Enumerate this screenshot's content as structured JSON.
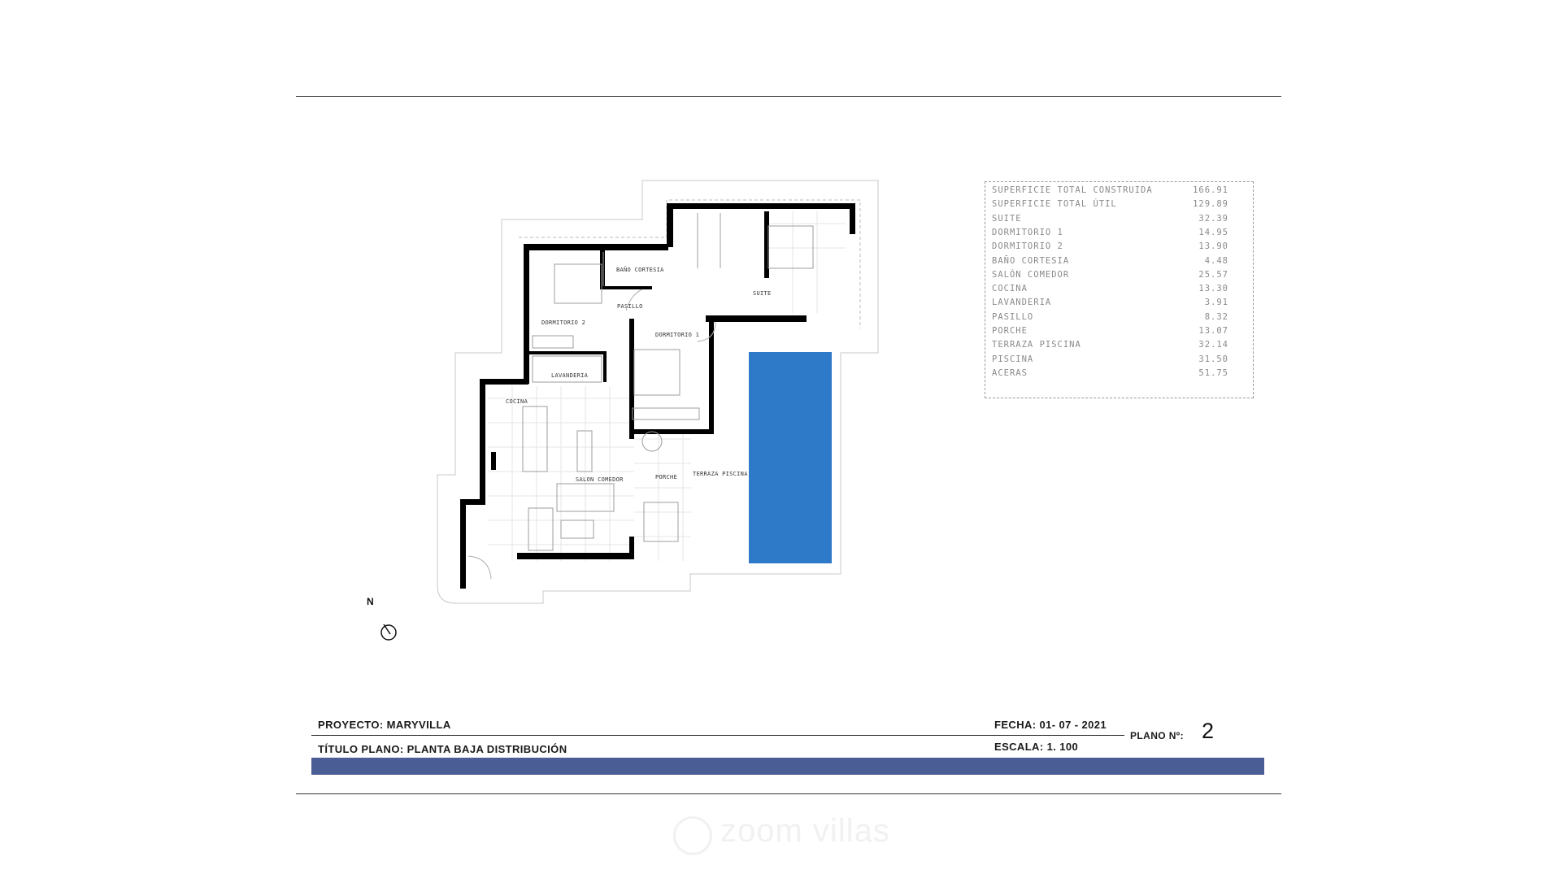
{
  "colors": {
    "wall": "#000000",
    "pool": "#2e7ac9",
    "band": "#4a5d94",
    "table_text": "#8a8a8a"
  },
  "plan": {
    "north_label": "N",
    "rooms": {
      "bano_cortesia": "BAÑO CORTESIA",
      "pasillo": "PASILLO",
      "dormitorio_2": "DORMITORIO 2",
      "suite": "SUITE",
      "dormitorio_1": "DORMITORIO 1",
      "lavanderia": "LAVANDERIA",
      "cocina": "COCINA",
      "salon_comedor": "SALON COMEDOR",
      "porche": "PORCHE",
      "terraza_piscina": "TERRAZA PISCINA"
    }
  },
  "areas_table": [
    {
      "name": "SUPERFICIE TOTAL CONSTRUIDA",
      "value": "166.91"
    },
    {
      "name": "SUPERFICIE TOTAL ÚTIL",
      "value": "129.89"
    },
    {
      "name": "SUITE",
      "value": "32.39"
    },
    {
      "name": "DORMITORIO 1",
      "value": "14.95"
    },
    {
      "name": "DORMITORIO 2",
      "value": "13.90"
    },
    {
      "name": "BAÑO CORTESIA",
      "value": "4.48"
    },
    {
      "name": "SALÓN COMEDOR",
      "value": "25.57"
    },
    {
      "name": "COCINA",
      "value": "13.30"
    },
    {
      "name": "LAVANDERIA",
      "value": "3.91"
    },
    {
      "name": "PASILLO",
      "value": "8.32"
    },
    {
      "name": "PORCHE",
      "value": "13.07"
    },
    {
      "name": "TERRAZA PISCINA",
      "value": "32.14"
    },
    {
      "name": "PISCINA",
      "value": "31.50"
    },
    {
      "name": "ACERAS",
      "value": "51.75"
    }
  ],
  "title_block": {
    "proyecto": "PROYECTO: MARYVILLA",
    "titulo": "TÍTULO PLANO: PLANTA BAJA DISTRIBUCIÓN",
    "fecha": "FECHA: 01- 07 - 2021",
    "escala": "ESCALA: 1. 100",
    "plano_label": "PLANO Nº:",
    "plano_num": "2"
  },
  "watermark": "zoom villas"
}
